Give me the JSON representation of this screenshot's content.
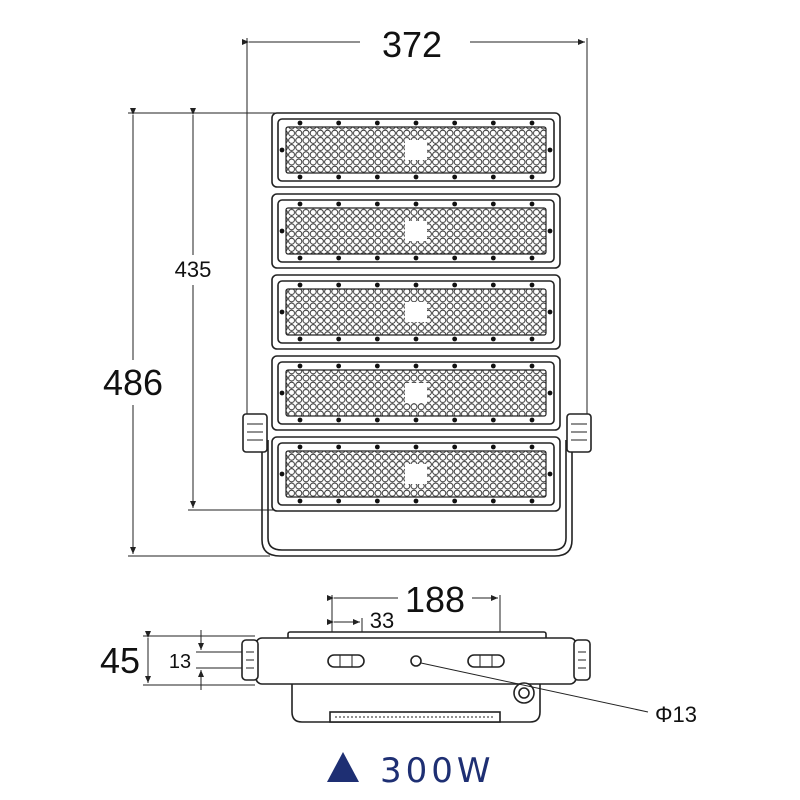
{
  "dimensions": {
    "width": "372",
    "height_total": "486",
    "height_body": "435",
    "bolt_spacing": "188",
    "slot_length": "33",
    "depth": "45",
    "depth_inner": "13",
    "hole": "Φ13"
  },
  "power": {
    "label": "300W",
    "marker_icon": "triangle-icon",
    "color": "#1e2f73"
  },
  "drawing": {
    "module_count": 5
  }
}
